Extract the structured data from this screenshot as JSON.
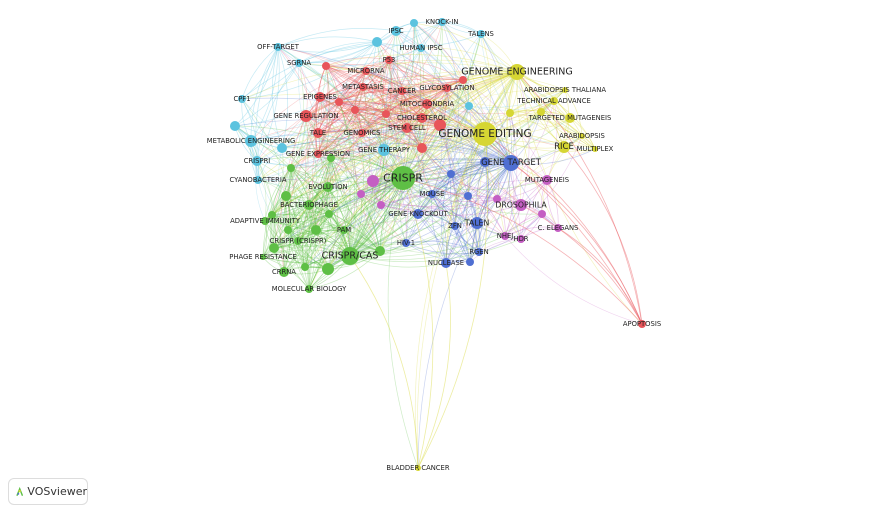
{
  "app": {
    "logo_text": "VOSviewer"
  },
  "colors": {
    "cyan": "#5cc3df",
    "red": "#e8555a",
    "yellow": "#d6d633",
    "green": "#5ebf45",
    "blue": "#4f6fd2",
    "purple": "#c45fc3"
  },
  "nodes": [
    {
      "label": "IPSC",
      "cluster": "cyan"
    },
    {
      "label": "KNOCK-IN",
      "cluster": "cyan"
    },
    {
      "label": "TALENS",
      "cluster": "cyan"
    },
    {
      "label": "OFF-TARGET",
      "cluster": "cyan"
    },
    {
      "label": "HUMAN IPSC",
      "cluster": "cyan"
    },
    {
      "label": "SGRNA",
      "cluster": "cyan"
    },
    {
      "label": "CPF1",
      "cluster": "cyan"
    },
    {
      "label": "METABOLIC ENGINEERING",
      "cluster": "cyan"
    },
    {
      "label": "CRISPRI",
      "cluster": "cyan"
    },
    {
      "label": "CYANOBACTERIA",
      "cluster": "cyan"
    },
    {
      "label": "GENE THERAPY",
      "cluster": "cyan"
    },
    {
      "label": "P53",
      "cluster": "red"
    },
    {
      "label": "MICRORNA",
      "cluster": "red"
    },
    {
      "label": "METASTASIS",
      "cluster": "red"
    },
    {
      "label": "CANCER",
      "cluster": "red"
    },
    {
      "label": "GLYCOSYLATION",
      "cluster": "red"
    },
    {
      "label": "EPIGENES",
      "cluster": "red"
    },
    {
      "label": "MITOCHONDRIA",
      "cluster": "red"
    },
    {
      "label": "GENE REGULATION",
      "cluster": "red"
    },
    {
      "label": "CHOLESTEROL",
      "cluster": "red"
    },
    {
      "label": "TALE",
      "cluster": "red"
    },
    {
      "label": "GENOMICS",
      "cluster": "red"
    },
    {
      "label": "STEM CELL",
      "cluster": "red"
    },
    {
      "label": "GENE EXPRESSION",
      "cluster": "red"
    },
    {
      "label": "APOPTOSIS",
      "cluster": "red"
    },
    {
      "label": "GENOME ENGINEERING",
      "cluster": "yellow"
    },
    {
      "label": "ARABIDOPSIS THALIANA",
      "cluster": "yellow"
    },
    {
      "label": "TECHNICAL ADVANCE",
      "cluster": "yellow"
    },
    {
      "label": "TARGETED MUTAGENEIS",
      "cluster": "yellow"
    },
    {
      "label": "GENOME EDITING",
      "cluster": "yellow"
    },
    {
      "label": "ARABIDOPSIS",
      "cluster": "yellow"
    },
    {
      "label": "RICE",
      "cluster": "yellow"
    },
    {
      "label": "MULTIPLEX",
      "cluster": "yellow"
    },
    {
      "label": "BLADDER CANCER",
      "cluster": "yellow"
    },
    {
      "label": "CRISPR",
      "cluster": "green"
    },
    {
      "label": "EVOLUTION",
      "cluster": "green"
    },
    {
      "label": "BACTERIOPHAGE",
      "cluster": "green"
    },
    {
      "label": "ADAPTIVE IMMUNITY",
      "cluster": "green"
    },
    {
      "label": "PAM",
      "cluster": "green"
    },
    {
      "label": "CRISPR (CRISPR)",
      "cluster": "green"
    },
    {
      "label": "CRISPR/CAS",
      "cluster": "green"
    },
    {
      "label": "PHAGE RESISTANCE",
      "cluster": "green"
    },
    {
      "label": "CRRNA",
      "cluster": "green"
    },
    {
      "label": "MOLECULAR BIOLOGY",
      "cluster": "green"
    },
    {
      "label": "GENE TARGET",
      "cluster": "blue"
    },
    {
      "label": "MOUSE",
      "cluster": "blue"
    },
    {
      "label": "GENE KNOCKOUT",
      "cluster": "blue"
    },
    {
      "label": "ZFN",
      "cluster": "blue"
    },
    {
      "label": "TALEN",
      "cluster": "blue"
    },
    {
      "label": "HIV-1",
      "cluster": "blue"
    },
    {
      "label": "RGEN",
      "cluster": "blue"
    },
    {
      "label": "NUCLEASE",
      "cluster": "blue"
    },
    {
      "label": "MUTAGENEIS",
      "cluster": "purple"
    },
    {
      "label": "DROSOPHILA",
      "cluster": "purple"
    },
    {
      "label": "C. ELEGANS",
      "cluster": "purple"
    },
    {
      "label": "NHEJ",
      "cluster": "purple"
    },
    {
      "label": "HDR",
      "cluster": "purple"
    }
  ]
}
